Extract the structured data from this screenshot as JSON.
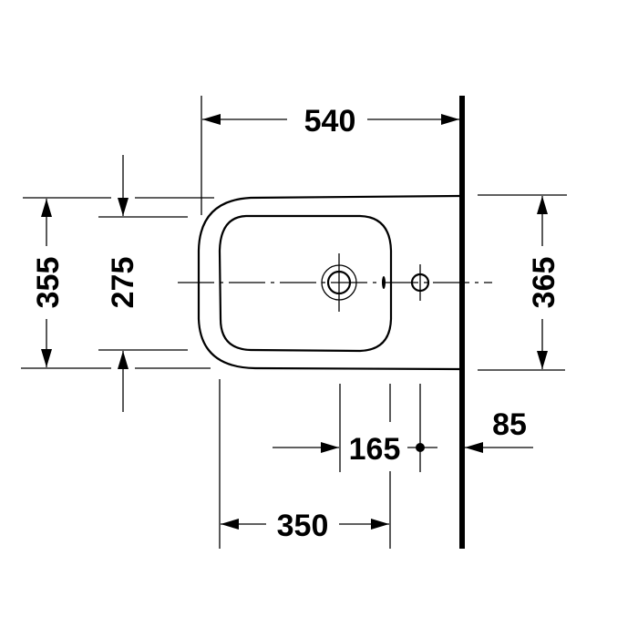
{
  "drawing": {
    "subject": "bidet top view dimension drawing",
    "units": "mm",
    "line_color": "#000000",
    "background": "#ffffff"
  },
  "dimensions": {
    "overall_depth": "540",
    "outer_width": "355",
    "inner_width": "275",
    "wall_width": "365",
    "tap_to_waste": "165",
    "wall_to_tap": "85",
    "front_to_waste": "350"
  }
}
